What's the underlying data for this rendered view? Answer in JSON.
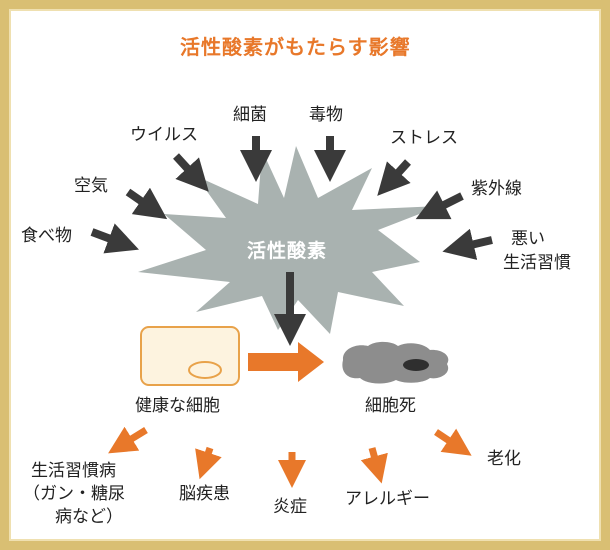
{
  "title": "活性酸素がもたらす影響",
  "center": "活性酸素",
  "causes": [
    "食べ物",
    "空気",
    "ウイルス",
    "細菌",
    "毒物",
    "ストレス",
    "紫外線",
    "悪い",
    "生活習慣"
  ],
  "healthy_cell": "健康な細胞",
  "cell_death": "細胞死",
  "effects": [
    "生活習慣病",
    "（ガン・糖尿",
    "病など）",
    "脳疾患",
    "炎症",
    "アレルギー",
    "老化"
  ],
  "colors": {
    "accent": "#e8782a",
    "burst": "#a9b2b0",
    "arrow_dark": "#3a3a3a",
    "cell_fill": "#fdf3df",
    "cell_border": "#e8a24a"
  }
}
